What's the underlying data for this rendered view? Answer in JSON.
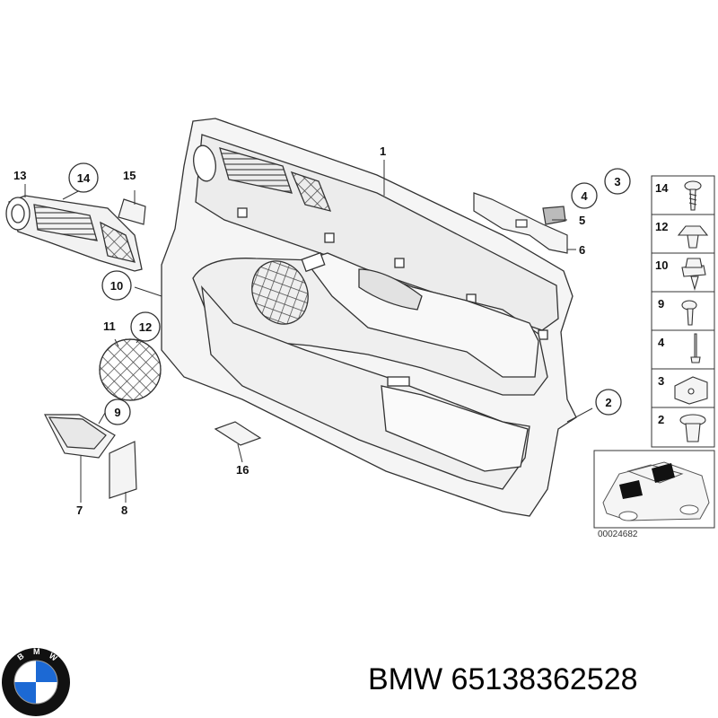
{
  "callouts": {
    "c1": "1",
    "c2": "2",
    "c3": "3",
    "c4": "4",
    "c5": "5",
    "c6": "6",
    "c7": "7",
    "c8": "8",
    "c9": "9",
    "c10": "10",
    "c11": "11",
    "c12": "12",
    "c13": "13",
    "c14": "14",
    "c15": "15",
    "c16": "16"
  },
  "legend_panel": {
    "items": [
      "14",
      "12",
      "10",
      "9",
      "4",
      "3",
      "2"
    ]
  },
  "inset": {
    "diagram_code": "00024682"
  },
  "footer": {
    "brand": "BMW",
    "part_number": "65138362528",
    "logo_letters": "BMW"
  },
  "colors": {
    "line": "#333333",
    "panel_fill": "#f4f4f4",
    "bmw_blue": "#1c69d4",
    "bmw_black": "#111111"
  }
}
